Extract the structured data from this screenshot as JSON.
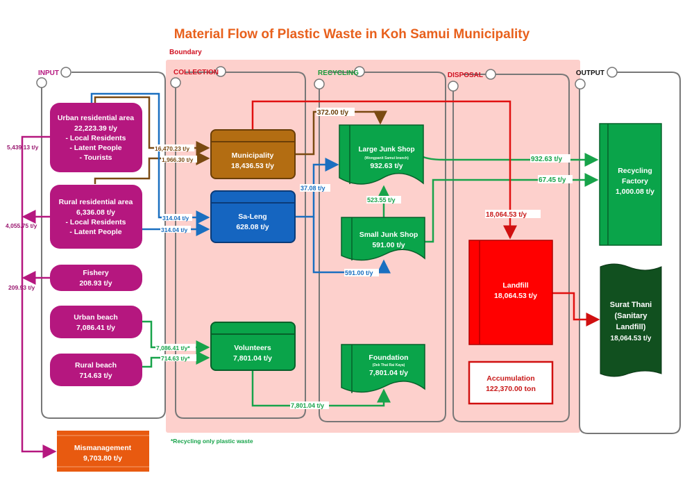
{
  "title": "Material Flow of Plastic Waste in Koh Samui Municipality",
  "boundary_label": "Boundary",
  "footnote": "*Recycling only plastic waste",
  "sections": {
    "input": "INPUT",
    "collection": "COLLECTION",
    "recycling": "RECYCLING",
    "disposal": "DISPOSAL",
    "output": "OUTPUT"
  },
  "colors": {
    "title": "#e8601c",
    "input": "#b5177f",
    "municipality": "#a8650f",
    "saleng": "#1565c0",
    "recycle_green": "#0aa44a",
    "landfill": "#ff0000",
    "sanitary": "#11501f",
    "mismanagement": "#e85a10",
    "boundary_bg": "#fdd0cc"
  },
  "nodes": {
    "urban_res": {
      "name": "Urban residential area",
      "value": "22,223.39 t/y",
      "lines": [
        "- Local Residents",
        "- Latent People",
        "- Tourists"
      ]
    },
    "rural_res": {
      "name": "Rural residential area",
      "value": "6,336.08 t/y",
      "lines": [
        "- Local Residents",
        "- Latent People"
      ]
    },
    "fishery": {
      "name": "Fishery",
      "value": "208.93 t/y"
    },
    "urban_beach": {
      "name": "Urban beach",
      "value": "7,086.41 t/y"
    },
    "rural_beach": {
      "name": "Rural beach",
      "value": "714.63 t/y"
    },
    "mismanagement": {
      "name": "Mismanagement",
      "value": "9,703.80 t/y"
    },
    "municipality": {
      "name": "Municipality",
      "value": "18,436.53 t/y"
    },
    "saleng": {
      "name": "Sa-Leng",
      "value": "628.08 t/y"
    },
    "volunteers": {
      "name": "Volunteers",
      "value": "7,801.04 t/y"
    },
    "large_junk": {
      "name": "Large Junk Shop",
      "sub": "(Wongpanit Samui branch)",
      "value": "932.63 t/y"
    },
    "small_junk": {
      "name": "Small Junk Shop",
      "value": "591.00 t/y"
    },
    "foundation": {
      "name": "Foundation",
      "sub": "(Dek Thai Rai Kaya)",
      "value": "7,801.04 t/y"
    },
    "landfill": {
      "name": "Landfill",
      "value": "18,064.53 t/y"
    },
    "accumulation": {
      "name": "Accumulation",
      "value": "122,370.00 ton"
    },
    "recycling_factory": {
      "name1": "Recycling",
      "name2": "Factory",
      "value": "1,000.08 t/y"
    },
    "surat_thani": {
      "name1": "Surat Thani",
      "name2": "(Sanitary",
      "name3": "Landfill)",
      "value": "18,064.53 t/y"
    }
  },
  "flows": {
    "urban_to_mis": "5,439.13 t/y",
    "rural_to_mis": "4,055.75 t/y",
    "fishery_to_mis": "209.93 t/y",
    "urban_to_muni": "16,470.23 t/y",
    "rural_to_muni": "1,966.30 t/y",
    "urban_to_saleng": "314.04 t/y",
    "rural_to_saleng": "314.04 t/y",
    "urban_beach_to_vol": "7,086.41 t/y*",
    "rural_beach_to_vol": "714.63 t/y*",
    "muni_to_large": "372.00 t/y",
    "saleng_to_large": "37.08 t/y",
    "saleng_to_small": "591.00 t/y",
    "small_to_large": "523.55 t/y",
    "large_to_factory": "932.63 t/y",
    "small_to_factory": "67.45 t/y",
    "muni_to_landfill": "18,064.53 t/y",
    "vol_to_foundation": "7,801.04 t/y"
  }
}
